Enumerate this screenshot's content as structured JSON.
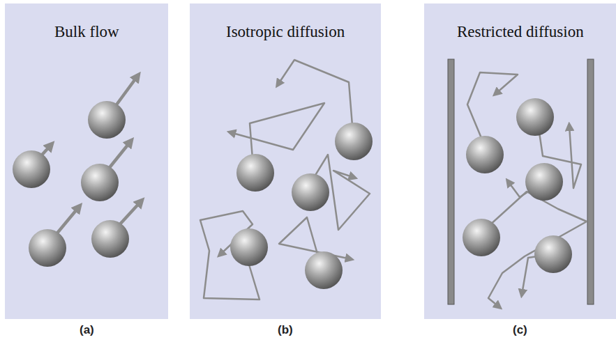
{
  "diagram": {
    "nodes": [
      {
        "text": [
          "Bulk flow"
        ]
      },
      {
        "text": [
          "Isotropic diffusion"
        ]
      },
      {
        "text": [
          "Restricted diffusion"
        ]
      }
    ],
    "labels": [
      "(a)",
      "(b)",
      "(c)"
    ]
  }
}
